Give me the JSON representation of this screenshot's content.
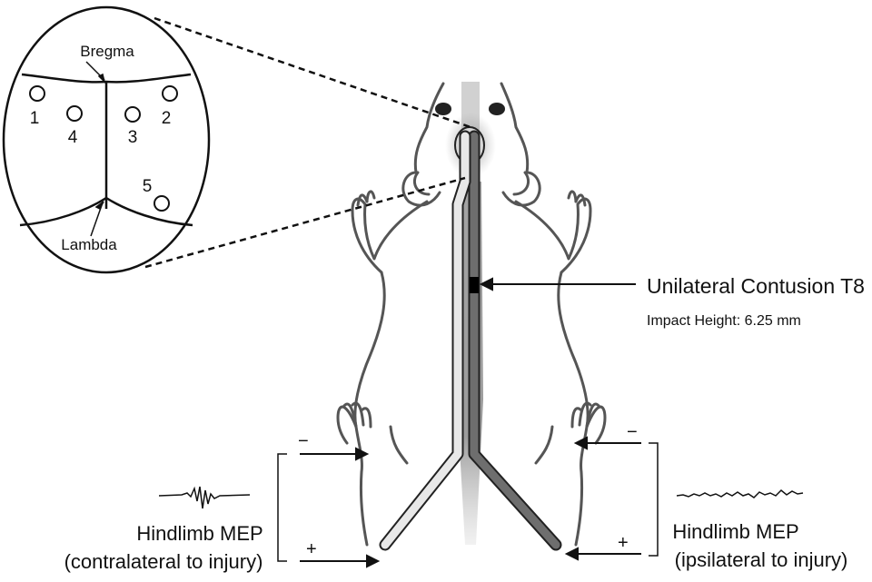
{
  "skull_inset": {
    "landmarks": {
      "top": "Bregma",
      "bottom": "Lambda"
    },
    "sites": [
      "1",
      "2",
      "3",
      "4",
      "5"
    ]
  },
  "injury": {
    "label": "Unilateral Contusion T8",
    "impact": "Impact Height: 6.25 mm"
  },
  "left_recording": {
    "minus": "−",
    "plus": "+",
    "title": "Hindlimb MEP",
    "subtitle": "(contralateral to injury)"
  },
  "right_recording": {
    "minus": "−",
    "plus": "+",
    "title": "Hindlimb MEP",
    "subtitle": "(ipsilateral to injury)"
  },
  "colors": {
    "line": "#111111",
    "tract_light": "#e8e8e8",
    "tract_dark": "#6e6e6e",
    "cord_shade": "#8a8a8a"
  }
}
